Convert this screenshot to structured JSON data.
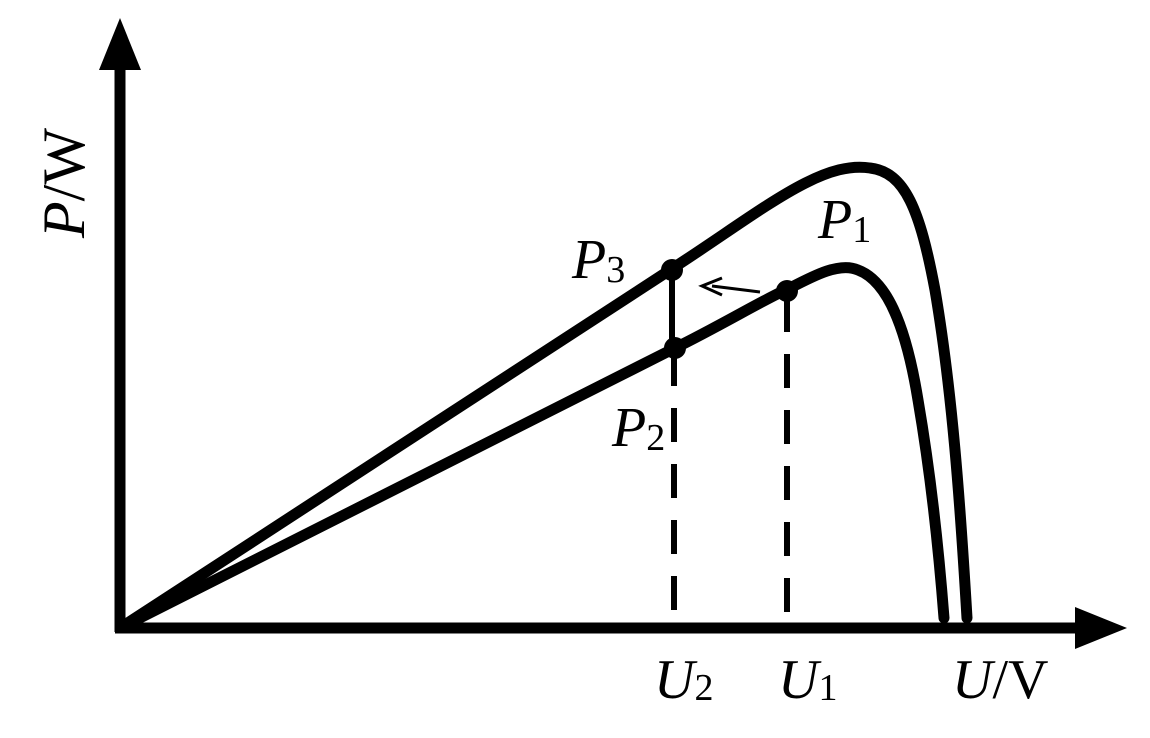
{
  "diagram": {
    "axes": {
      "y_label_var": "P",
      "y_label_unit": "/W",
      "x_label_var": "U",
      "x_label_unit": "/V"
    },
    "curves": [
      {
        "id": "upper",
        "description": "higher P-U characteristic"
      },
      {
        "id": "lower",
        "description": "lower P-U characteristic"
      }
    ],
    "points": {
      "P1": {
        "var": "P",
        "sub": "1"
      },
      "P2": {
        "var": "P",
        "sub": "2"
      },
      "P3": {
        "var": "P",
        "sub": "3"
      }
    },
    "voltages": {
      "U1": {
        "var": "U",
        "sub": "1"
      },
      "U2": {
        "var": "U",
        "sub": "2"
      }
    },
    "colors": {
      "stroke": "#000000",
      "background": "#ffffff"
    }
  }
}
